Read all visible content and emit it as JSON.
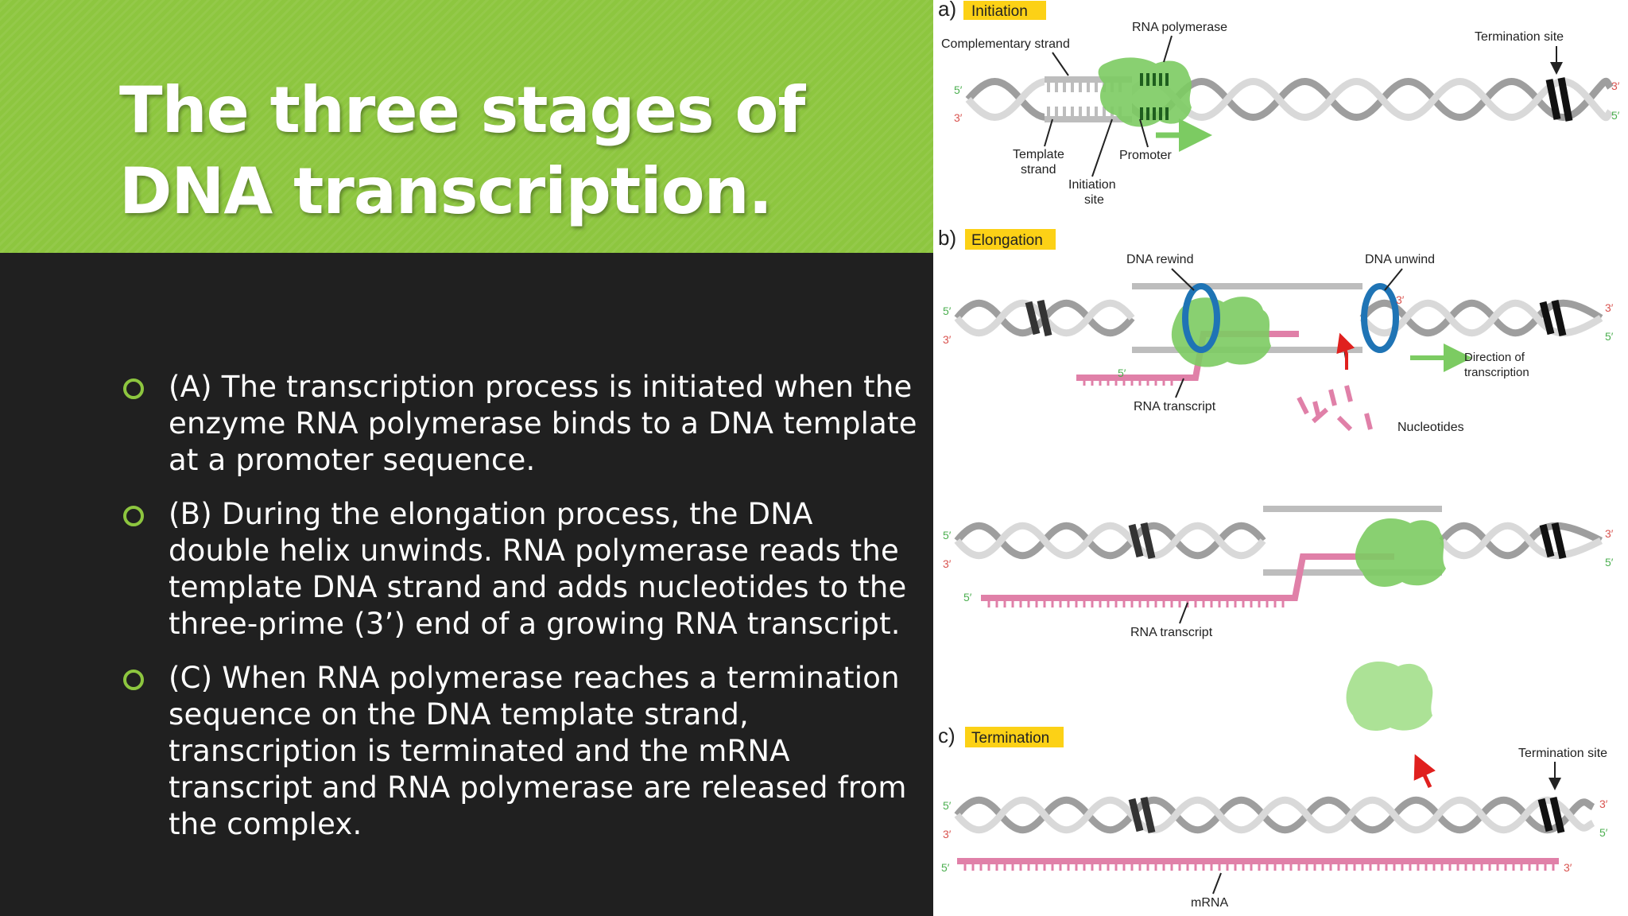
{
  "slide": {
    "title": "The three stages of DNA transcription.",
    "accent_color": "#8dc63f",
    "background_color": "#202020",
    "bullets": [
      "(A) The transcription process is initiated when the enzyme RNA polymerase binds to a DNA template at a promoter sequence.",
      "(B) During the elongation process, the DNA double helix unwinds. RNA polymerase reads the template DNA strand and adds nucleotides to the three-prime (3’) end of a growing RNA transcript.",
      "(C) When RNA polymerase reaches a termination sequence on the DNA template strand, transcription is terminated and the mRNA transcript and RNA polymerase are released from the complex."
    ]
  },
  "figure": {
    "panel_a": {
      "letter": "a)",
      "stage": "Initiation",
      "labels": {
        "complementary_strand": "Complementary strand",
        "rna_polymerase": "RNA polymerase",
        "termination_site": "Termination site",
        "template_strand_1": "Template",
        "template_strand_2": "strand",
        "promoter": "Promoter",
        "initiation_site_1": "Initiation",
        "initiation_site_2": "site"
      },
      "ends": {
        "top_left": "5′",
        "bottom_left": "3′",
        "top_right": "3′",
        "bottom_right": "5′"
      }
    },
    "panel_b": {
      "letter": "b)",
      "stage": "Elongation",
      "labels": {
        "dna_rewind": "DNA rewind",
        "dna_unwind": "DNA unwind",
        "direction_1": "Direction of",
        "direction_2": "transcription",
        "rna_transcript": "RNA transcript",
        "nucleotides": "Nucleotides",
        "rna_transcript_2": "RNA transcript"
      },
      "ends": {
        "top_left": "5′",
        "bottom_left": "3′",
        "top_right": "3′",
        "bottom_right": "5′",
        "rna_5": "5′",
        "rna_3": "3′",
        "rna_5b": "5′"
      }
    },
    "panel_c": {
      "letter": "c)",
      "stage": "Termination",
      "labels": {
        "termination_site": "Termination site",
        "mrna": "mRNA"
      },
      "ends": {
        "top_left": "5′",
        "bottom_left": "3′",
        "top_right": "3′",
        "bottom_right": "5′",
        "mrna_5": "5′",
        "mrna_3": "3′"
      }
    },
    "colors": {
      "stage_label": "#fcd116",
      "polymerase": "#7ccb62",
      "dna_strand": "#bdbdbd",
      "rna": "#e080a8",
      "helicase": "#1f74b5",
      "arrow_green": "#7ccb62",
      "arrow_red": "#e0201e"
    }
  }
}
